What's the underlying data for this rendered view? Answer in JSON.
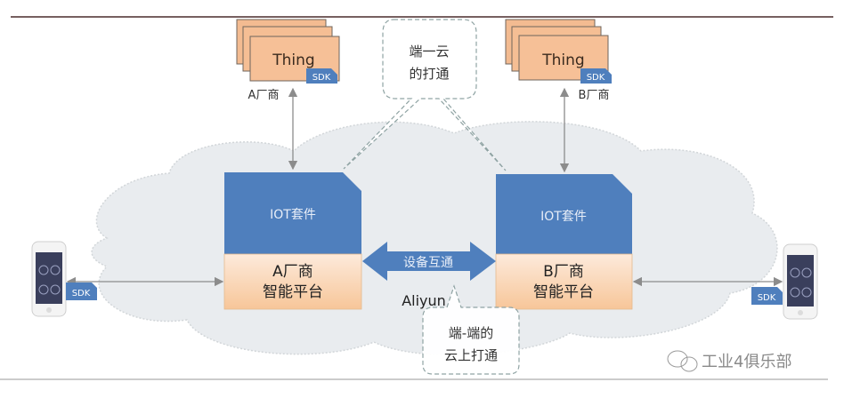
{
  "colors": {
    "rule": "#4a2b2b",
    "cloud": "#e9ecef",
    "cloud_edge": "#d6dadd",
    "iot_blue": "#4f7fbd",
    "iot_blue_dark": "#3f6aa3",
    "platform_orange_top": "#fde9d9",
    "platform_orange_bottom": "#f8c89a",
    "thing_fill": "#f6bf95",
    "thing_stroke": "#7a6a5a",
    "sdk_blue": "#4f7fbd",
    "callout_stroke": "#9aa9aa",
    "arrow_gray": "#8c8c8c"
  },
  "vendor_a": {
    "thing_label": "Thing",
    "sdk_label": "SDK",
    "vendor_label": "A厂商",
    "iot_kit_label": "IOT套件",
    "platform_line1": "A厂商",
    "platform_line2": "智能平台",
    "phone_sdk_label": "SDK"
  },
  "vendor_b": {
    "thing_label": "Thing",
    "sdk_label": "SDK",
    "vendor_label": "B厂商",
    "iot_kit_label": "IOT套件",
    "platform_line1": "B厂商",
    "platform_line2": "智能平台",
    "phone_sdk_label": "SDK"
  },
  "interconnect_label": "设备互通",
  "cloud_label": "Aliyun",
  "callout_top": {
    "line1": "端一云",
    "line2": "的打通"
  },
  "callout_bottom": {
    "line1": "端-端的",
    "line2": "云上打通"
  },
  "watermark": {
    "icon": "wechat-icon",
    "text": "工业4俱乐部"
  }
}
